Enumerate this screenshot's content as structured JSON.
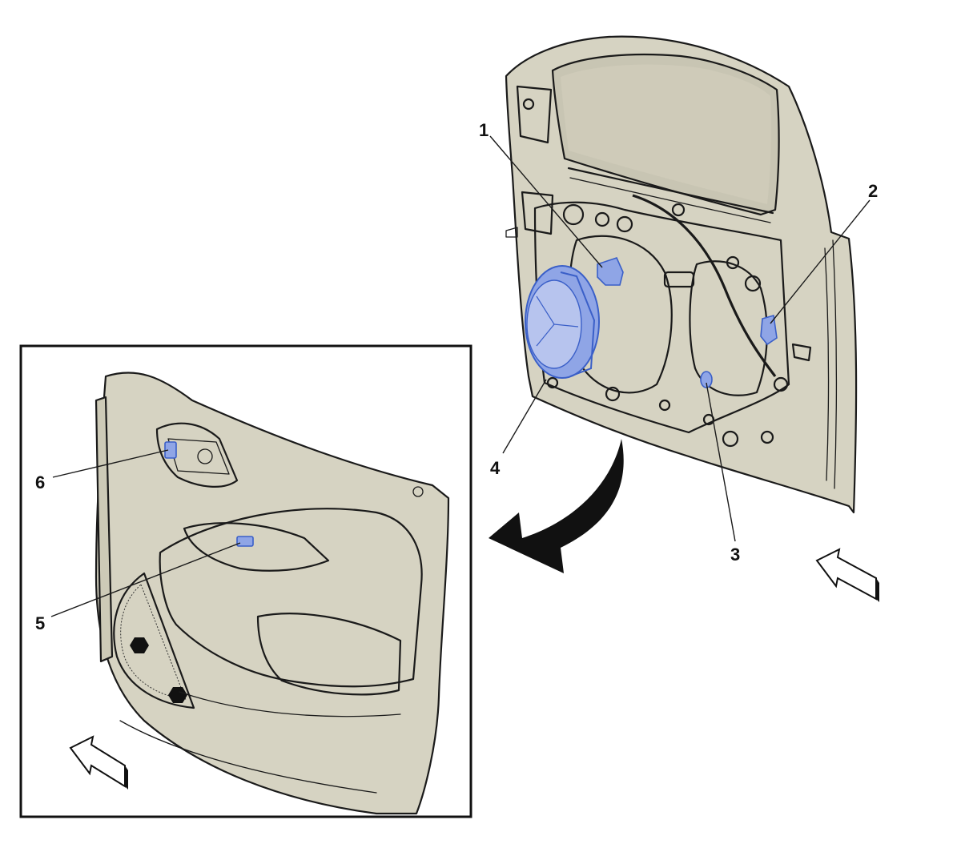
{
  "callouts": {
    "c1": "1",
    "c2": "2",
    "c3": "3",
    "c4": "4",
    "c5": "5",
    "c6": "6"
  },
  "colors": {
    "panel_fill": "#d6d3c2",
    "panel_shade": "#c4c1ae",
    "highlight_fill": "#8fa5e6",
    "highlight_stroke": "#3a5fc8",
    "line": "#1a1a1a",
    "background": "#ffffff"
  },
  "icons": {
    "view_direction_arrow": "view-direction-arrow-icon",
    "transition_arrow": "curved-arrow-icon"
  }
}
